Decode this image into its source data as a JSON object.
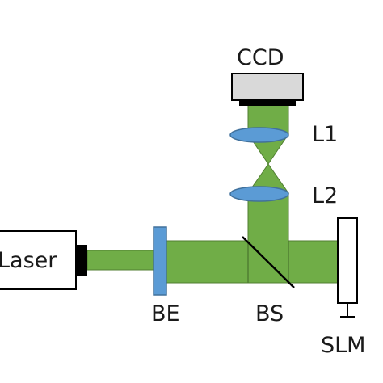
{
  "diagram": {
    "components": {
      "laser": "Laser",
      "beam_expander": "BE",
      "beam_splitter": "BS",
      "slm": "SLM",
      "lens_1": "L1",
      "lens_2": "L2",
      "camera": "CCD"
    },
    "colors": {
      "beam_fill": "#70ad47",
      "beam_outline": "#507e32",
      "lens_fill": "#5b9bd5",
      "lens_outline": "#41719c",
      "device_outline": "#000000",
      "camera_body": "#d9d9d9",
      "background": "#ffffff"
    }
  }
}
